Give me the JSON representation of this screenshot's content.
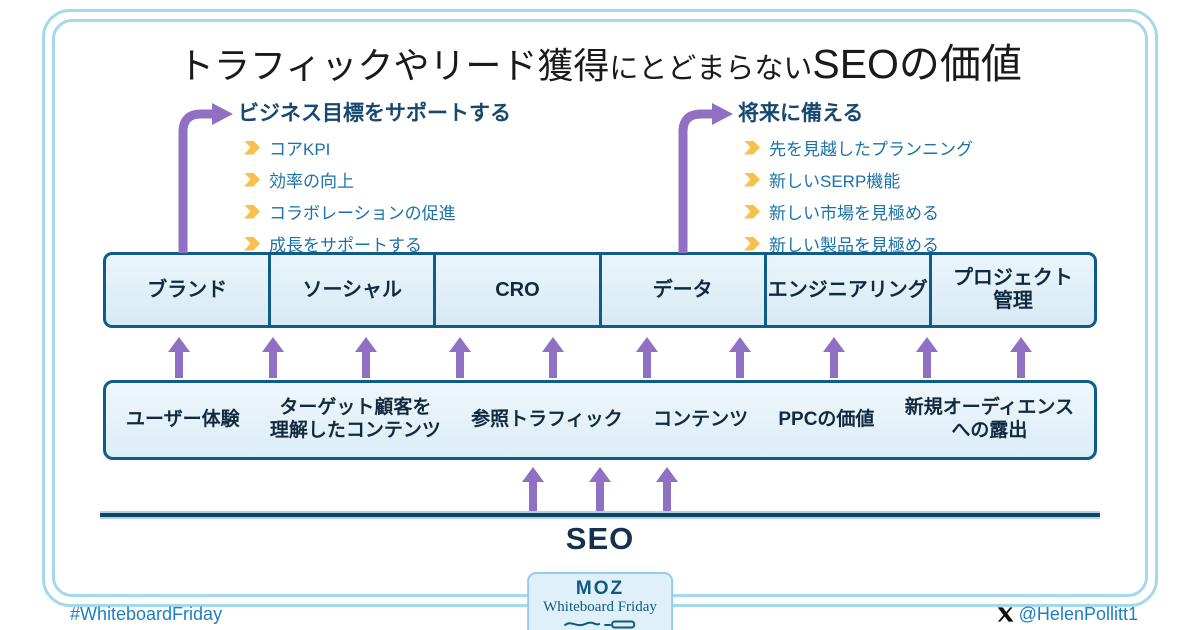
{
  "title": {
    "part1": "トラフィックやリード獲得",
    "part2": "にとどまらない",
    "part3": "SEOの価値"
  },
  "callouts": {
    "left": {
      "heading": "ビジネス目標をサポートする",
      "items": [
        "コアKPI",
        "効率の向上",
        "コラボレーションの促進",
        "成長をサポートする"
      ]
    },
    "right": {
      "heading": "将来に備える",
      "items": [
        "先を見越したプランニング",
        "新しいSERP機能",
        "新しい市場を見極める",
        "新しい製品を見極める"
      ]
    }
  },
  "channels": [
    "ブランド",
    "ソーシャル",
    "CRO",
    "データ",
    "エンジニアリング",
    "プロジェクト\n管理"
  ],
  "foundations": [
    "ユーザー体験",
    "ターゲット顧客を\n理解したコンテンツ",
    "参照トラフィック",
    "コンテンツ",
    "PPCの価値",
    "新規オーディエンス\nへの露出"
  ],
  "seo": {
    "label": "SEO"
  },
  "badge": {
    "brand": "MOZ",
    "series": "Whiteboard Friday"
  },
  "footer": {
    "hashtag": "#WhiteboardFriday",
    "handle": "@HelenPollitt1"
  },
  "icons": {
    "bullet": "gold-arrow-bullet",
    "up_arrow": "purple-up-arrow",
    "curved_arrow": "purple-curved-arrow",
    "x_logo": "x-logo",
    "marker": "whiteboard-marker"
  },
  "colors": {
    "frame": "#a4d8ee",
    "box_border": "#0e5c8c",
    "box_fill": "#ddeef7",
    "text_dark": "#122a40",
    "heading": "#17486f",
    "bullet_text": "#1a72a8",
    "bullet_gold": "#f6c14f",
    "arrow_purple": "#8f70c3",
    "line_navy": "#16415f",
    "footer_blue": "#1b7fc2",
    "badge_blue": "#0f5a80"
  }
}
